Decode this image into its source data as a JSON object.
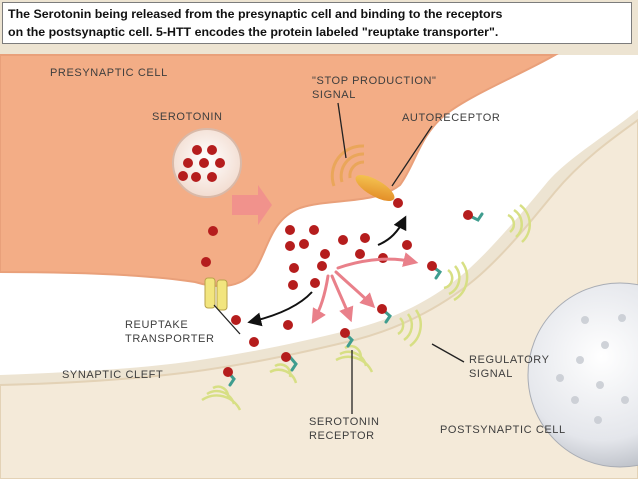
{
  "caption": {
    "line1": "The Serotonin being released from the presynaptic cell and binding to the receptors",
    "line2": "on the postsynaptic cell. 5-HTT encodes the protein labeled \"reuptake transporter\"."
  },
  "labels": {
    "presynaptic_cell": "PRESYNAPTIC CELL",
    "stop_line1": "\"STOP PRODUCTION\"",
    "stop_line2": "SIGNAL",
    "autoreceptor": "AUTORECEPTOR",
    "serotonin": "SEROTONIN",
    "reuptake_line1": "REUPTAKE",
    "reuptake_line2": "TRANSPORTER",
    "synaptic_cleft": "SYNAPTIC CLEFT",
    "regulatory_line1": "REGULATORY",
    "regulatory_line2": "SIGNAL",
    "receptor_line1": "SEROTONIN",
    "receptor_line2": "RECEPTOR",
    "postsynaptic_cell": "POSTSYNAPTIC CELL"
  },
  "colors": {
    "presynaptic_fill": "#f3ad86",
    "postsynaptic_fill": "#f4ead9",
    "cleft_fill": "#ffffff",
    "serotonin_dot": "#b51d1d",
    "receptor_teal": "#3f9d8f",
    "arrow_pink": "#e9808a",
    "signal_yellow": "#e3df7c"
  }
}
